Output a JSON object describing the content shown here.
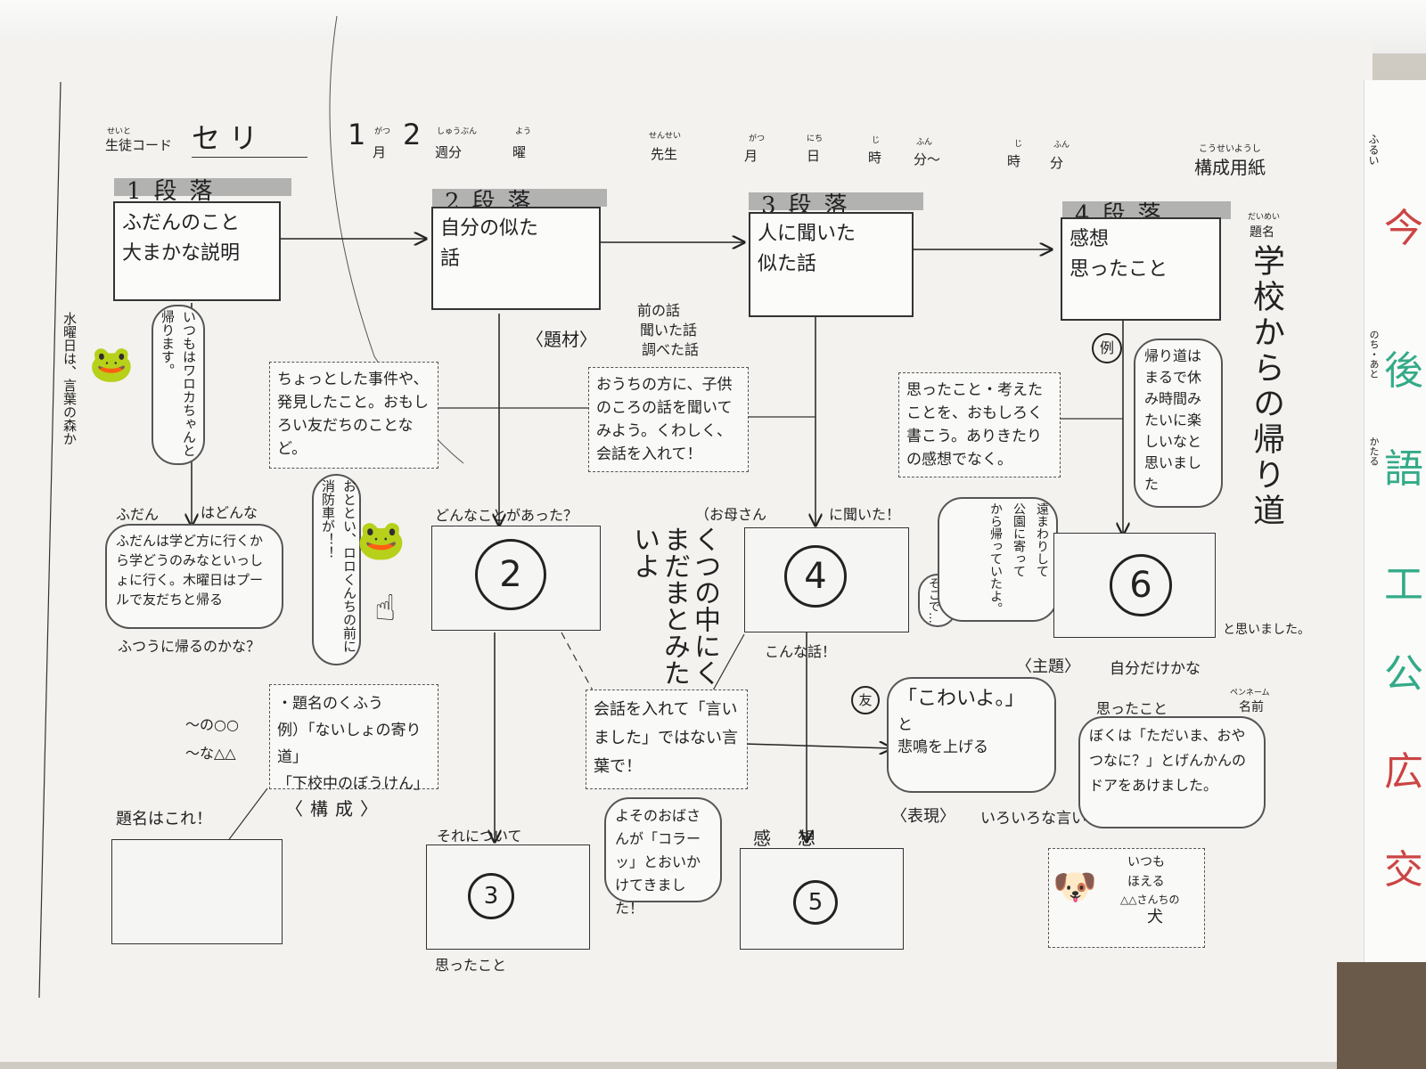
{
  "header": {
    "student_code_label": "生徒コード",
    "student_name": "セリ",
    "month_value": "1",
    "month_label": "月",
    "week_value": "2",
    "week_label": "週分",
    "day_label": "曜",
    "teacher_label": "先生",
    "date_month_label": "月",
    "date_day_label": "日",
    "hour_label": "時",
    "minute_label": "分～",
    "hour2_label": "時",
    "minute2_label": "分",
    "form_title": "構成用紙",
    "ruby_seito": "せいと",
    "ruby_gatsu": "がつ",
    "ruby_shukibun": "しゅうぶん",
    "ruby_you": "よう",
    "ruby_sensei": "せんせい",
    "ruby_gatsu2": "がつ",
    "ruby_nichi": "にち",
    "ruby_ji": "じ",
    "ruby_fun": "ふん",
    "ruby_ji2": "じ",
    "ruby_fun2": "ふん",
    "ruby_kousei": "こうせいようし"
  },
  "sections": [
    {
      "head": "1段落",
      "box_line1": "ふだんのこと",
      "box_line2": "大まかな説明"
    },
    {
      "head": "2段落",
      "box_line1": "自分の似た",
      "box_line2": "話"
    },
    {
      "head": "3段落",
      "box_line1": "人に聞いた",
      "box_line2": "似た話"
    },
    {
      "head": "4段落",
      "box_line1": "感想",
      "box_line2": "思ったこと"
    }
  ],
  "title_block": {
    "label_ruby": "だいめい",
    "label": "題名",
    "title": "学校からの帰り道"
  },
  "notes": {
    "frog_caption": "水曜日は、言葉の森か",
    "frog_speech": "いつもはワロカちゃんと帰ります。",
    "incident": "ちょっとした事件や、発見したこと。おもしろい友だちのことなど。",
    "topic_label": "〈題材〉",
    "topic_1": "前の話",
    "topic_2": "聞いた話",
    "topic_3": "調べた話",
    "ask_family": "おうちの方に、子供のころの話を聞いてみよう。くわしく、会話を入れて！",
    "feelings_note": "思ったこと・考えたことを、おもしろく書こう。ありきたりの感想でなく。",
    "example_mark": "例",
    "example_text": "帰り道はまるで休み時間みたいに楽しいなと思いました",
    "usual_top_1": "ふだん",
    "usual_top_2": "はどんな",
    "usual_cloud": "ふだんは学ど方に行くから学どうのみなといっしょに行く。木曜日はプールで友だちと帰る",
    "usual_bottom": "ふつうに帰るのかな？",
    "frog2_speech": "おととい、ロロくんちの前に消防車が！！",
    "what_happened": "どんなことがあった？",
    "mother": "（お母さん",
    "heard": "に聞いた！",
    "mouse_speech_1": "公園に寄って",
    "mouse_speech_2": "遠まわりして",
    "mouse_speech_3": "から帰っていたよ。",
    "mouse_there": "そこで…",
    "shoe_text": "くつの中にくまだまとみたいよ",
    "such_story": "こんな話！",
    "theme_label": "〈主題〉",
    "theme_text": "自分だけかな",
    "thought_end": "と思いました。",
    "title_hint_1": "・題名のくふう",
    "title_hint_2": "例）「ないしょの寄り道」",
    "title_hint_3": "「下校中のぼうけん」",
    "pattern_1": "～の○○",
    "pattern_2": "～な△△",
    "structure_label": "〈構成〉",
    "title_is_this": "題名はこれ！",
    "dialog_hint": "会話を入れて「言いました」ではない言葉で！",
    "aunt_cloud": "よそのおばさんが「コラーッ」とおいかけてきました！",
    "then_label": "それについて",
    "kanso_label": "感想",
    "thought_label": "思ったこと",
    "friend_mark": "友",
    "scary_quote": "「こわいよ。」",
    "scary_to": "と",
    "scary_scream": "悲鳴を上げる",
    "expression_label": "〈表現〉",
    "expression_text": "いろいろな言いかた",
    "penname_label": "ペンネーム",
    "name_label": "名前",
    "thought_label2": "思ったこと",
    "boku_cloud": "ぼくは「ただいま、おやつなに？」とげんかんのドアをあけました。",
    "dog_text_1": "いつも",
    "dog_text_2": "ほえる",
    "dog_text_3": "△△さんちの",
    "dog_text_4": "犬"
  },
  "circled_numbers": [
    "2",
    "3",
    "4",
    "5",
    "6"
  ],
  "side_strip": {
    "ruby1": "ふるい",
    "char1": "今",
    "ruby2": "のち・あと",
    "char2": "後",
    "ruby3": "かたる",
    "char3": "語",
    "char4": "工",
    "char5": "公",
    "char6": "広",
    "char7": "交"
  }
}
